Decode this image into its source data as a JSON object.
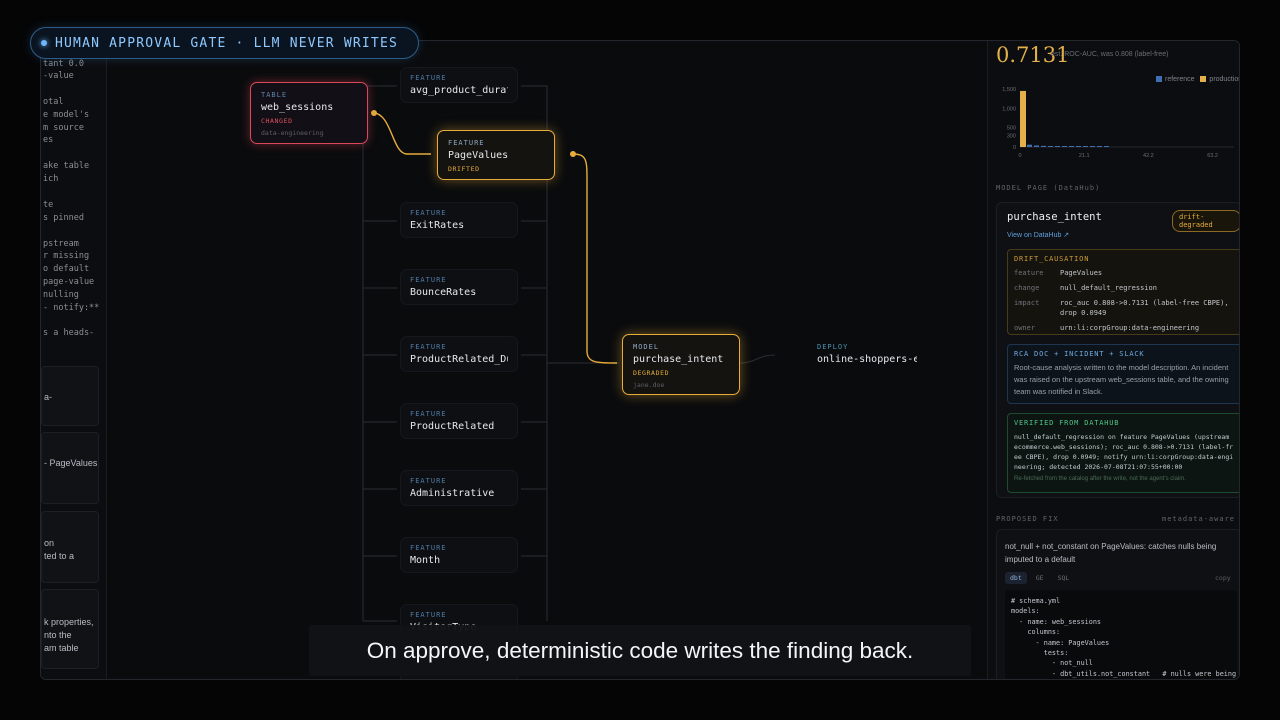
{
  "gate": {
    "label": "HUMAN APPROVAL GATE · LLM NEVER WRITES"
  },
  "left_panel": {
    "fragments": [
      "tant 0.0",
      "-value",
      "otal",
      "e model's",
      "m source",
      "es",
      "ake table",
      "ich",
      "te",
      "s pinned",
      "pstream",
      "r missing",
      "o default",
      "page-value",
      "nulling",
      "- notify:**",
      "s a heads-"
    ],
    "card_fragments": [
      "a-",
      "- PageValues",
      "on",
      "ted to a",
      "k properties,",
      "nto the",
      "am table"
    ]
  },
  "lineage": {
    "table": {
      "kind": "TABLE",
      "name": "web_sessions",
      "status": "CHANGED",
      "owner": "data-engineering"
    },
    "features": [
      {
        "kind": "FEATURE",
        "name": "avg_product_durat…"
      },
      {
        "kind": "FEATURE",
        "name": "PageValues",
        "status": "DRIFTED"
      },
      {
        "kind": "FEATURE",
        "name": "ExitRates"
      },
      {
        "kind": "FEATURE",
        "name": "BounceRates"
      },
      {
        "kind": "FEATURE",
        "name": "ProductRelated_Du…"
      },
      {
        "kind": "FEATURE",
        "name": "ProductRelated"
      },
      {
        "kind": "FEATURE",
        "name": "Administrative"
      },
      {
        "kind": "FEATURE",
        "name": "Month"
      },
      {
        "kind": "FEATURE",
        "name": "VisitorType"
      },
      {
        "kind": "FEATURE",
        "name": ""
      }
    ],
    "model": {
      "kind": "MODEL",
      "name": "purchase_intent",
      "status": "DEGRADED",
      "owner": "jane.doe"
    },
    "deploy": {
      "kind": "DEPLOY",
      "name": "online-shoppers-e…"
    }
  },
  "score": {
    "value": "0.7131",
    "note": "est. ROC-AUC, was 0.808 (label-free)"
  },
  "chart_data": {
    "type": "bar",
    "series": [
      {
        "name": "reference",
        "color": "#3f6fb0"
      },
      {
        "name": "production",
        "color": "#e3b04b"
      }
    ],
    "x_ticks": [
      "0",
      "21.1",
      "42.2",
      "63.2"
    ],
    "y_ticks": [
      "1,500",
      "1,000",
      "500",
      "300",
      "0"
    ],
    "production_bin0": 1450,
    "reference_bins": [
      60,
      40,
      30,
      25,
      20,
      18,
      15,
      12,
      10,
      8,
      6,
      5
    ]
  },
  "model_page": {
    "section_title": "MODEL PAGE (DataHub)",
    "name": "purchase_intent",
    "badge": "drift-degraded",
    "link": "View on DataHub ↗",
    "drift": {
      "title": "DRIFT_CAUSATION",
      "rows": [
        {
          "k": "feature",
          "v": "PageValues"
        },
        {
          "k": "change",
          "v": "null_default_regression"
        },
        {
          "k": "impact",
          "v": "roc_auc 0.808->0.7131 (label-free CBPE), drop 0.0949"
        },
        {
          "k": "owner",
          "v": "urn:li:corpGroup:data-engineering"
        }
      ]
    },
    "rca": {
      "title": "RCA DOC + INCIDENT + SLACK",
      "body": "Root-cause analysis written to the model description. An incident was raised on the upstream web_sessions table, and the owning team was notified in Slack."
    },
    "verified": {
      "title": "VERIFIED FROM DATAHUB",
      "body": "null_default_regression on feature PageValues (upstream ecommerce.web_sessions); roc_auc 0.808->0.7131 (label-free CBPE), drop 0.0949; notify urn:li:corpGroup:data-engineering; detected 2026-07-08T21:07:55+00:00",
      "note": "Re-fetched from the catalog after the write, not the agent's claim."
    }
  },
  "proposed_fix": {
    "section_title": "PROPOSED FIX",
    "section_right": "metadata-aware code-g",
    "description": "not_null + not_constant on PageValues: catches nulls being imputed to a default",
    "tabs": [
      "dbt",
      "GE",
      "SQL"
    ],
    "copy": "copy",
    "code": "# schema.yml\nmodels:\n  - name: web_sessions\n    columns:\n      - name: PageValues\n        tests:\n          - not_null\n          - dbt_utils.not_constant   # nulls were being imp"
  },
  "caption": "On approve, deterministic code writes the finding back."
}
